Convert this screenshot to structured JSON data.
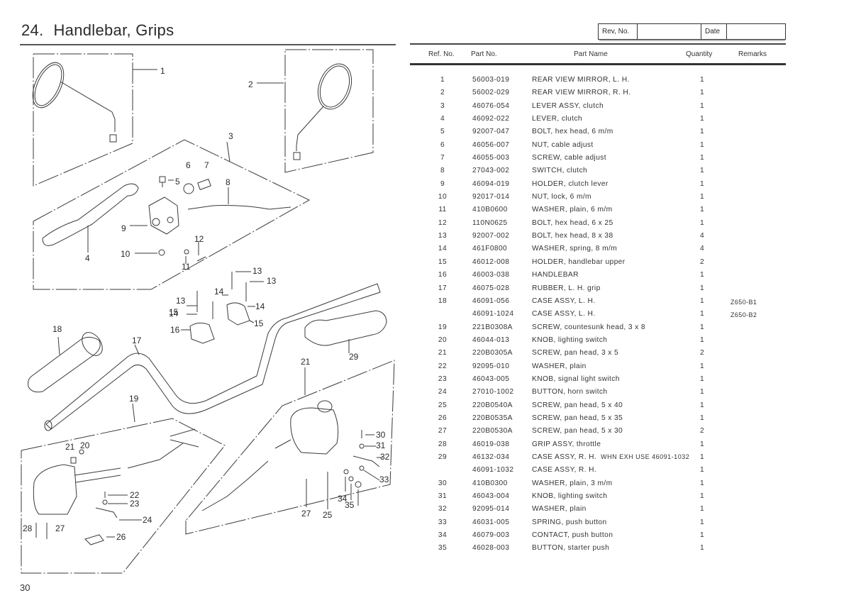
{
  "page": {
    "section_number": "24.",
    "section_title": "Handlebar, Grips",
    "page_number": "30"
  },
  "revision_box": {
    "rev_label": "Rev, No.",
    "rev_value": "",
    "date_label": "Date",
    "date_value": ""
  },
  "table": {
    "headers": {
      "ref": "Ref. No.",
      "part": "Part No.",
      "name": "Part Name",
      "qty": "Quantity",
      "remarks": "Remarks"
    },
    "rows": [
      {
        "ref": "1",
        "part": "56003-019",
        "name": "REAR VIEW MIRROR, L. H.",
        "note": "",
        "qty": "1",
        "remarks": ""
      },
      {
        "ref": "2",
        "part": "56002-029",
        "name": "REAR VIEW MIRROR, R. H.",
        "note": "",
        "qty": "1",
        "remarks": ""
      },
      {
        "ref": "3",
        "part": "46076-054",
        "name": "LEVER  ASSY, clutch",
        "note": "",
        "qty": "1",
        "remarks": ""
      },
      {
        "ref": "4",
        "part": "46092-022",
        "name": "LEVER, clutch",
        "note": "",
        "qty": "1",
        "remarks": ""
      },
      {
        "ref": "5",
        "part": "92007-047",
        "name": "BOLT, hex head, 6 m/m",
        "note": "",
        "qty": "1",
        "remarks": ""
      },
      {
        "ref": "6",
        "part": "46056-007",
        "name": "NUT, cable adjust",
        "note": "",
        "qty": "1",
        "remarks": ""
      },
      {
        "ref": "7",
        "part": "46055-003",
        "name": "SCREW, cable adjust",
        "note": "",
        "qty": "1",
        "remarks": ""
      },
      {
        "ref": "8",
        "part": "27043-002",
        "name": "SWITCH, clutch",
        "note": "",
        "qty": "1",
        "remarks": ""
      },
      {
        "ref": "9",
        "part": "46094-019",
        "name": "HOLDER, clutch lever",
        "note": "",
        "qty": "1",
        "remarks": ""
      },
      {
        "ref": "10",
        "part": "92017-014",
        "name": "NUT, lock, 6 m/m",
        "note": "",
        "qty": "1",
        "remarks": ""
      },
      {
        "ref": "11",
        "part": "410B0600",
        "name": "WASHER, plain, 6 m/m",
        "note": "",
        "qty": "1",
        "remarks": ""
      },
      {
        "ref": "12",
        "part": "110N0625",
        "name": "BOLT, hex head, 6 x 25",
        "note": "",
        "qty": "1",
        "remarks": ""
      },
      {
        "ref": "13",
        "part": "92007-002",
        "name": "BOLT, hex head, 8 x 38",
        "note": "",
        "qty": "4",
        "remarks": ""
      },
      {
        "ref": "14",
        "part": "461F0800",
        "name": "WASHER, spring, 8 m/m",
        "note": "",
        "qty": "4",
        "remarks": ""
      },
      {
        "ref": "15",
        "part": "46012-008",
        "name": "HOLDER, handlebar upper",
        "note": "",
        "qty": "2",
        "remarks": ""
      },
      {
        "ref": "16",
        "part": "46003-038",
        "name": "HANDLEBAR",
        "note": "",
        "qty": "1",
        "remarks": ""
      },
      {
        "ref": "17",
        "part": "46075-028",
        "name": "RUBBER, L. H. grip",
        "note": "",
        "qty": "1",
        "remarks": ""
      },
      {
        "ref": "18",
        "part": "46091-056",
        "name": "CASE  ASSY, L. H.",
        "note": "",
        "qty": "1",
        "remarks": "Z650-B1"
      },
      {
        "ref": "",
        "part": "46091-1024",
        "name": "CASE  ASSY, L. H.",
        "note": "",
        "qty": "1",
        "remarks": "Z650-B2"
      },
      {
        "ref": "19",
        "part": "221B0308A",
        "name": "SCREW, countesunk head, 3 x 8",
        "note": "",
        "qty": "1",
        "remarks": ""
      },
      {
        "ref": "20",
        "part": "46044-013",
        "name": "KNOB, lighting switch",
        "note": "",
        "qty": "1",
        "remarks": ""
      },
      {
        "ref": "21",
        "part": "220B0305A",
        "name": "SCREW, pan head, 3 x 5",
        "note": "",
        "qty": "2",
        "remarks": ""
      },
      {
        "ref": "22",
        "part": "92095-010",
        "name": "WASHER, plain",
        "note": "",
        "qty": "1",
        "remarks": ""
      },
      {
        "ref": "23",
        "part": "46043-005",
        "name": "KNOB, signal light switch",
        "note": "",
        "qty": "1",
        "remarks": ""
      },
      {
        "ref": "24",
        "part": "27010-1002",
        "name": "BUTTON, horn switch",
        "note": "",
        "qty": "1",
        "remarks": ""
      },
      {
        "ref": "25",
        "part": "220B0540A",
        "name": "SCREW, pan head, 5 x 40",
        "note": "",
        "qty": "1",
        "remarks": ""
      },
      {
        "ref": "26",
        "part": "220B0535A",
        "name": "SCREW, pan head, 5 x 35",
        "note": "",
        "qty": "1",
        "remarks": ""
      },
      {
        "ref": "27",
        "part": "220B0530A",
        "name": "SCREW, pan head, 5 x 30",
        "note": "",
        "qty": "2",
        "remarks": ""
      },
      {
        "ref": "28",
        "part": "46019-038",
        "name": "GRIP ASSY, throttle",
        "note": "",
        "qty": "1",
        "remarks": ""
      },
      {
        "ref": "29",
        "part": "46132-034",
        "name": "CASE  ASSY, R. H.",
        "note": "WHN EXH USE 46091-1032",
        "qty": "1",
        "remarks": ""
      },
      {
        "ref": "",
        "part": "46091-1032",
        "name": "CASE  ASSY, R. H.",
        "note": "",
        "qty": "1",
        "remarks": ""
      },
      {
        "ref": "30",
        "part": "410B0300",
        "name": "WASHER, plain, 3 m/m",
        "note": "",
        "qty": "1",
        "remarks": ""
      },
      {
        "ref": "31",
        "part": "46043-004",
        "name": "KNOB, lighting switch",
        "note": "",
        "qty": "1",
        "remarks": ""
      },
      {
        "ref": "32",
        "part": "92095-014",
        "name": "WASHER, plain",
        "note": "",
        "qty": "1",
        "remarks": ""
      },
      {
        "ref": "33",
        "part": "46031-005",
        "name": "SPRING, push button",
        "note": "",
        "qty": "1",
        "remarks": ""
      },
      {
        "ref": "34",
        "part": "46079-003",
        "name": "CONTACT, push button",
        "note": "",
        "qty": "1",
        "remarks": ""
      },
      {
        "ref": "35",
        "part": "46028-003",
        "name": "BUTTON, starter push",
        "note": "",
        "qty": "1",
        "remarks": ""
      }
    ]
  },
  "diagram": {
    "callouts": [
      "1",
      "2",
      "3",
      "4",
      "5",
      "6",
      "7",
      "8",
      "9",
      "10",
      "11",
      "12",
      "13",
      "13",
      "13",
      "14",
      "14",
      "14",
      "15",
      "15",
      "16",
      "17",
      "18",
      "19",
      "20",
      "21",
      "22",
      "23",
      "24",
      "26",
      "27",
      "28",
      "29",
      "21",
      "30",
      "31",
      "32",
      "33",
      "34",
      "35",
      "27",
      "25"
    ]
  }
}
